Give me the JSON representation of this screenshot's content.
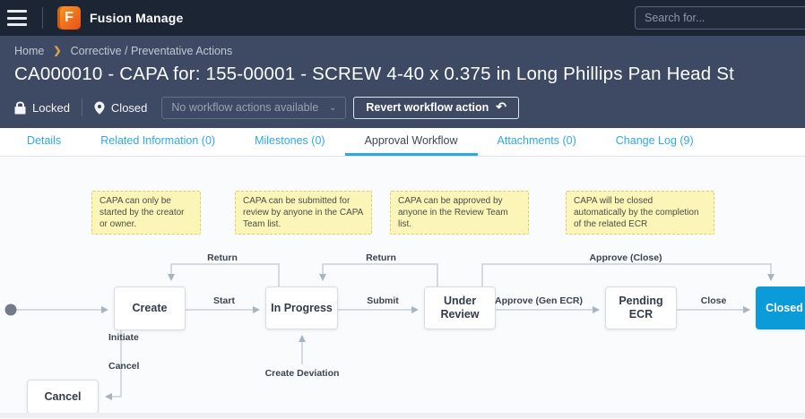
{
  "topbar": {
    "app_title": "Fusion Manage",
    "logo_letter": "F",
    "search_placeholder": "Search for..."
  },
  "breadcrumb": {
    "home": "Home",
    "section": "Corrective / Preventative Actions"
  },
  "record": {
    "title": "CA000010 - CAPA for: 155-00001 - SCREW 4-40 x 0.375 in Long Phillips Pan Head St",
    "lock_label": "Locked",
    "state_label": "Closed",
    "workflow_dropdown_label": "No workflow actions available",
    "revert_button_label": "Revert workflow action",
    "revert_icon": "↶",
    "dropdown_chevron": "⌄"
  },
  "tabs": [
    {
      "label": "Details",
      "active": false
    },
    {
      "label": "Related Information (0)",
      "active": false
    },
    {
      "label": "Milestones (0)",
      "active": false
    },
    {
      "label": "Approval Workflow",
      "active": true
    },
    {
      "label": "Attachments (0)",
      "active": false
    },
    {
      "label": "Change Log (9)",
      "active": false
    }
  ],
  "notes": [
    "CAPA can only be started by the creator or owner.",
    "CAPA can be submitted for review by anyone in the CAPA Team list.",
    "CAPA can be approved by anyone in the Review Team list.",
    "CAPA will be closed automatically by the completion of the related ECR"
  ],
  "workflow": {
    "states": {
      "create": "Create",
      "in_progress": "In Progress",
      "under_review": "Under Review",
      "pending_ecr": "Pending ECR",
      "closed": "Closed",
      "cancel": "Cancel"
    },
    "transitions": {
      "start": "Start",
      "submit": "Submit",
      "approve_gen_ecr": "Approve (Gen ECR)",
      "close": "Close",
      "return_to_create": "Return",
      "return_to_in_progress": "Return",
      "approve_close": "Approve (Close)",
      "initiate": "Initiate",
      "cancel": "Cancel",
      "create_deviation": "Create Deviation"
    }
  },
  "colors": {
    "topbar_bg": "#1b2534",
    "header_bg": "#3e4a63",
    "tab_link": "#2fa9e1",
    "tab_active_underline": "#29abe2",
    "closed_state_bg": "#0a9bd8",
    "note_bg": "#fbf5b8",
    "note_border": "#ddce71",
    "connector": "#c7cfd9",
    "logo_orange": "#f1701c",
    "breadcrumb_chevron": "#d9a24a"
  }
}
